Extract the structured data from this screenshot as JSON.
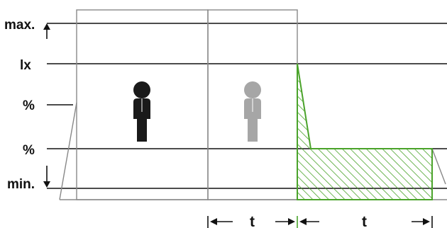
{
  "y_labels": {
    "max": "max.",
    "lx": "lx",
    "pct_upper": "%",
    "pct_lower": "%",
    "min": "min."
  },
  "time_labels": {
    "t1": "t",
    "t2": "t"
  },
  "colors": {
    "line": "#111111",
    "frame": "#888888",
    "person_present": "#1a1a1a",
    "person_absent": "#a6a6a6",
    "green": "#4aa32a"
  },
  "icons": {
    "person_present": "person-icon",
    "person_absent": "person-icon",
    "arrow_up": "arrow-up-icon",
    "arrow_down": "arrow-down-icon"
  }
}
